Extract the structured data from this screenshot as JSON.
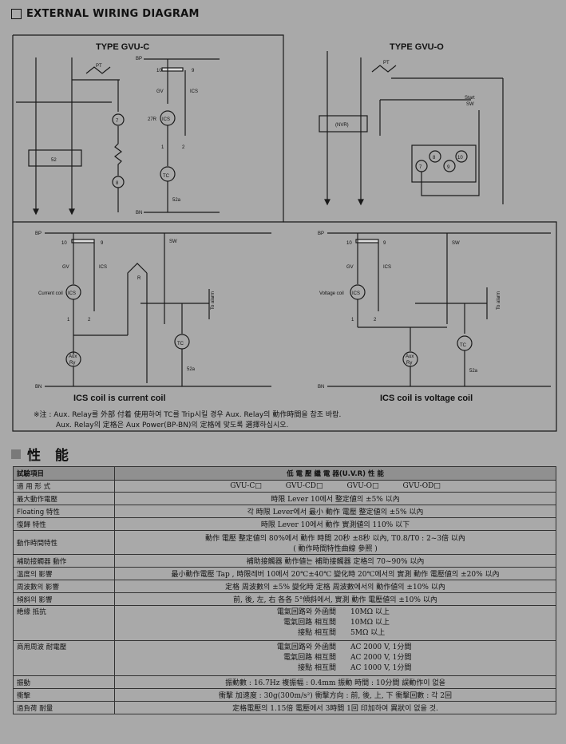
{
  "section_title": "EXTERNAL WIRING DIAGRAM",
  "diagrams": {
    "type_c_title": "TYPE  GVU-C",
    "type_o_title": "TYPE GVU-O",
    "current_caption": "ICS coil is current coil",
    "voltage_caption": "ICS coil is voltage coil",
    "labels": {
      "bp": "BP",
      "bn": "BN",
      "pt": "PT",
      "ics": "ICS",
      "gv": "GV",
      "r27": "27R",
      "tc": "TC",
      "n52": "52",
      "n52a": "52a",
      "n10": "10",
      "n9": "9",
      "n1": "1",
      "n2": "2",
      "n7": "7",
      "n8": "8",
      "start": "Start",
      "sw": "SW",
      "nvr": "(NVR)",
      "current_coil": "Current coil",
      "voltage_coil": "Voltage coil",
      "aux": "Aux",
      "ry": "Ry",
      "to_alarm": "To alarm",
      "r": "R"
    }
  },
  "notes": [
    "※注 : Aux. Relay를 外部 付着 使用하여 TC를 Trip시킬 경우 Aux. Relay의 動作時間을 참조 바람.",
    "Aux. Relay의 定格은 Aux Power(BP-BN)의 定格에 맞도록 選擇하십시오."
  ],
  "performance": {
    "title": "性 能",
    "header_item": "試驗項目",
    "header_value": "低 電 壓 繼 電 器(U.V.R) 性 能",
    "forms": [
      "GVU-C□",
      "GVU-CD□",
      "GVU-O□",
      "GVU-OD□"
    ],
    "rows": [
      {
        "label": "適 用 形 式",
        "type": "forms"
      },
      {
        "label": "最大動作電壓",
        "value": "時限 Lever 10에서 整定値의 ±5% 以內"
      },
      {
        "label": "Floating 特性",
        "value": "각 時限 Lever에서 最小 動作 電壓 整定値의 ±5% 以內"
      },
      {
        "label": "復歸 特性",
        "value": "時限 Lever 10에서 動作 實測値의 110% 以下"
      },
      {
        "label": "動作時間特性",
        "value": "動作 電壓 整定値의 80%에서 動作 時間 20秒 ±8秒 以內,  T0.8/T0 : 2~3倍 以內",
        "value2": "( 動作時間特性曲線 參照 )"
      },
      {
        "label": "補助接觸器 動作",
        "value": "補助接觸器 動作値는 補助接觸器 定格의 70~90% 以內"
      },
      {
        "label": "溫度의 影響",
        "value": "最小動作電壓 Tap , 時限레버 10에서 20℃±40℃ 變化時 20℃에서의 實測 動作 電壓値의 ±20% 以內"
      },
      {
        "label": "周波數의 影響",
        "value": "定格 周波數의 ±5% 變化時 定格 周波數에서의 動作値의 ±10% 以內"
      },
      {
        "label": "傾斜의 影響",
        "value": "前, 後, 左, 右 各各 5°傾斜에서, 實測 動作 電壓値의 ±10% 以內"
      },
      {
        "label": "絶緣 抵抗",
        "type": "pairs",
        "pairs": [
          [
            "電氣回路와 外函間",
            "10MΩ 以上"
          ],
          [
            "電氣回路 相互間",
            "10MΩ 以上"
          ],
          [
            "接點 相互間",
            "5MΩ 以上"
          ]
        ]
      },
      {
        "label": "商用周波 耐電壓",
        "type": "pairs",
        "pairs": [
          [
            "電氣回路와 外函間",
            "AC 2000 V, 1分間"
          ],
          [
            "電氣回路 相互間",
            "AC 2000 V, 1分間"
          ],
          [
            "接點 相互間",
            "AC 1000 V, 1分間"
          ]
        ]
      },
      {
        "label": "振動",
        "value": "振動數 : 16.7Hz     複振幅 : 0.4mm     振動 時間 : 10分間     誤動作이 없을"
      },
      {
        "label": "衝擊",
        "value": "衝擊 加速度 : 30g(300m/s²)     衝擊方向 : 前, 後, 上, 下     衝擊回數 : 각 2回"
      },
      {
        "label": "過負荷 耐量",
        "value": "定格電壓의 1.15倍 電壓에서 3時間 1回 印加하여 異狀이 없을 것."
      }
    ]
  }
}
